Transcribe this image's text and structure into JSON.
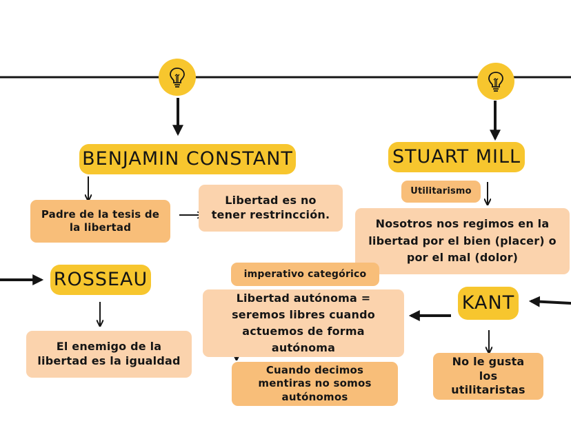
{
  "colors": {
    "accent": "#f7c62e",
    "note": "#fbd3ad",
    "note_dark": "#f8be79",
    "ink": "#151515"
  },
  "icons": {
    "bulb": "lightbulb-icon"
  },
  "titles": {
    "constant": "BENJAMIN CONSTANT",
    "mill": "STUART MILL",
    "rosseau": "ROSSEAU",
    "kant": "KANT"
  },
  "notes": {
    "constant_father": "Padre de la tesis de la libertad",
    "constant_freedom": "Libertad es no tener restrincción.",
    "mill_tag": "Utilitarismo",
    "mill_freedom": "Nosotros nos regimos en la libertad por el bien (placer) o por el mal (dolor)",
    "rosseau_enemy": "El enemigo de la libertad es la igualdad",
    "kant_imperative": "imperativo categórico",
    "kant_autonomy": "Libertad autónoma = seremos libres cuando actuemos de forma autónoma",
    "kant_lies": "Cuando decimos mentiras no somos autónomos",
    "kant_utilitarians": "No le gusta los utilitaristas"
  }
}
